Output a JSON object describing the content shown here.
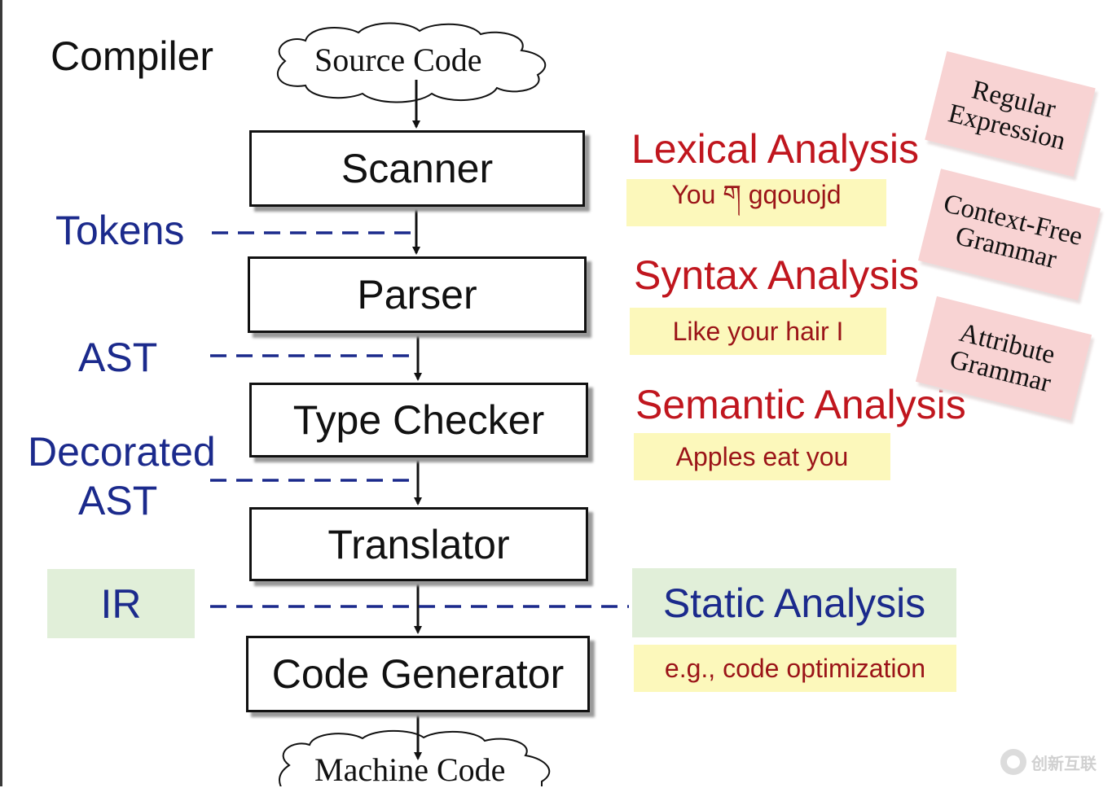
{
  "title": "Compiler",
  "input": "Source Code",
  "output": "Machine Code",
  "stages": [
    {
      "label": "Scanner"
    },
    {
      "label": "Parser"
    },
    {
      "label": "Type Checker"
    },
    {
      "label": "Translator"
    },
    {
      "label": "Code Generator"
    }
  ],
  "intermediates": {
    "tokens": "Tokens",
    "ast": "AST",
    "decorated_1": "Decorated",
    "decorated_2": "AST",
    "ir": "IR"
  },
  "analyses": {
    "lexical": {
      "name": "Lexical Analysis",
      "example": "You ག gqouojd"
    },
    "syntax": {
      "name": "Syntax Analysis",
      "example": "Like your hair I"
    },
    "semantic": {
      "name": "Semantic Analysis",
      "example": "Apples eat you"
    },
    "static": {
      "name": "Static Analysis",
      "example": "e.g., code optimization"
    }
  },
  "formalisms": {
    "regular": {
      "line1": "Regular",
      "line2": "Expression"
    },
    "cfg": {
      "line1": "Context-Free",
      "line2": "Grammar"
    },
    "attribute": {
      "line1": "Attribute",
      "line2": "Grammar"
    }
  },
  "watermark": "创新互联",
  "colors": {
    "flow_blue": "#1b2a8c",
    "analysis_red": "#c0161e",
    "example_yellow": "#fcf8bb",
    "static_green": "#e1efd9",
    "formalism_pink": "#f8d3d3"
  }
}
